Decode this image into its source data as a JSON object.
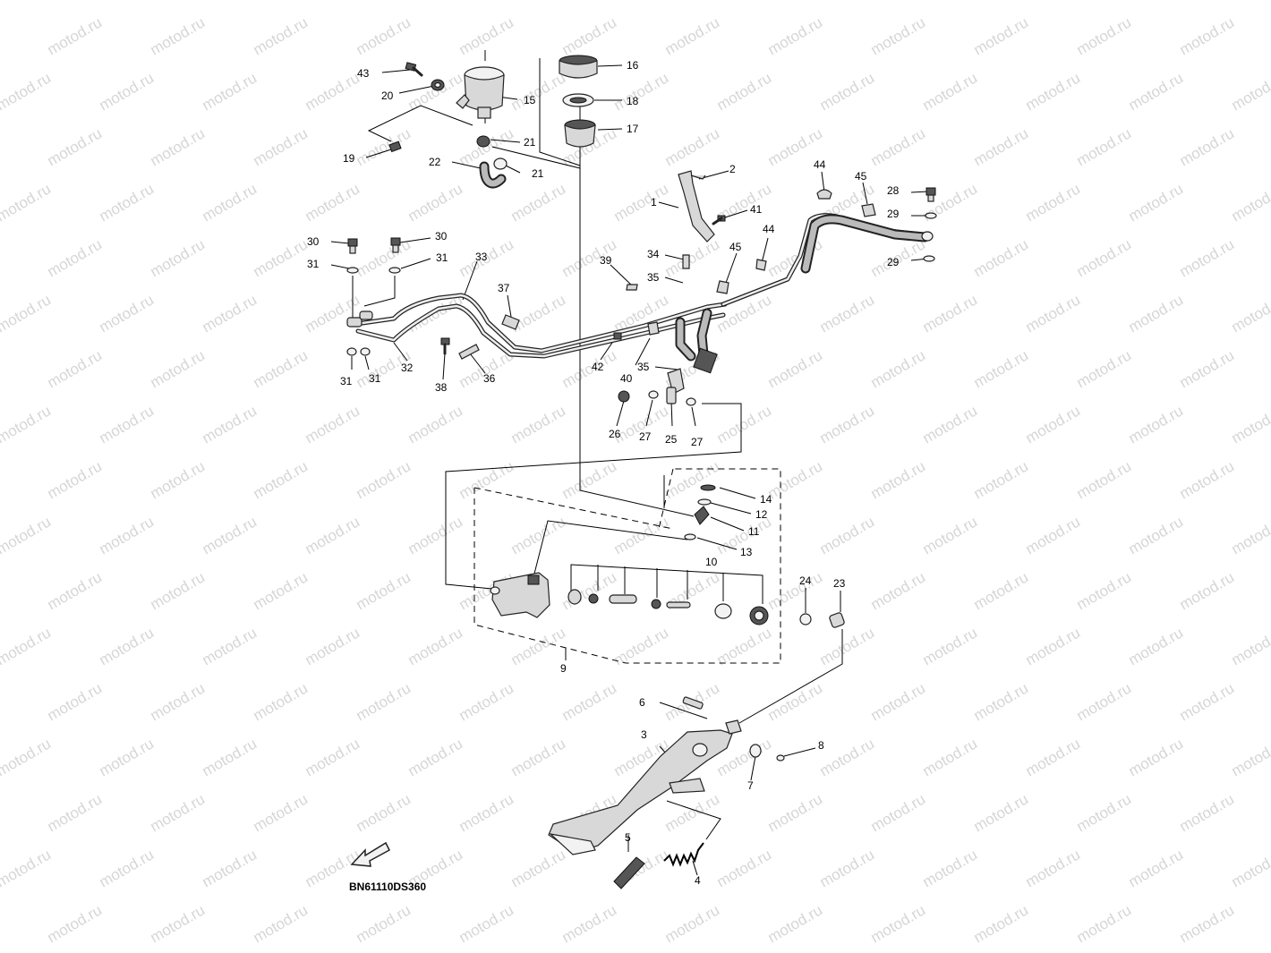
{
  "watermark": "motod.ru",
  "diagram_code": "BN61110DS360",
  "callouts": [
    {
      "n": "1"
    },
    {
      "n": "2"
    },
    {
      "n": "3"
    },
    {
      "n": "4"
    },
    {
      "n": "5"
    },
    {
      "n": "6"
    },
    {
      "n": "7"
    },
    {
      "n": "8"
    },
    {
      "n": "9"
    },
    {
      "n": "10"
    },
    {
      "n": "11"
    },
    {
      "n": "12"
    },
    {
      "n": "13"
    },
    {
      "n": "14"
    },
    {
      "n": "15"
    },
    {
      "n": "16"
    },
    {
      "n": "17"
    },
    {
      "n": "18"
    },
    {
      "n": "19"
    },
    {
      "n": "20"
    },
    {
      "n": "21"
    },
    {
      "n": "21"
    },
    {
      "n": "22"
    },
    {
      "n": "23"
    },
    {
      "n": "24"
    },
    {
      "n": "25"
    },
    {
      "n": "26"
    },
    {
      "n": "27"
    },
    {
      "n": "27"
    },
    {
      "n": "28"
    },
    {
      "n": "29"
    },
    {
      "n": "29"
    },
    {
      "n": "30"
    },
    {
      "n": "30"
    },
    {
      "n": "31"
    },
    {
      "n": "31"
    },
    {
      "n": "31"
    },
    {
      "n": "31"
    },
    {
      "n": "32"
    },
    {
      "n": "33"
    },
    {
      "n": "34"
    },
    {
      "n": "35"
    },
    {
      "n": "35"
    },
    {
      "n": "36"
    },
    {
      "n": "37"
    },
    {
      "n": "38"
    },
    {
      "n": "39"
    },
    {
      "n": "40"
    },
    {
      "n": "41"
    },
    {
      "n": "42"
    },
    {
      "n": "44"
    },
    {
      "n": "44"
    },
    {
      "n": "45"
    },
    {
      "n": "45"
    },
    {
      "n": "43"
    }
  ]
}
